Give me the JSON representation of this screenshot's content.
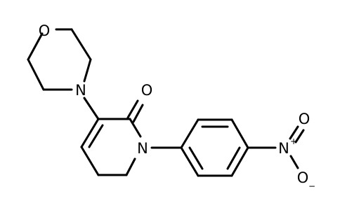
{
  "molecule": {
    "atom_labels": {
      "morpholine_oxygen": "O",
      "morpholine_nitrogen": "N",
      "carbonyl_oxygen": "O",
      "ring_nitrogen": "N",
      "nitro_nitrogen": "N",
      "nitro_nitrogen_charge": "+",
      "nitro_oxygen_top": "O",
      "nitro_oxygen_bottom": "O",
      "nitro_oxygen_charge": "−"
    }
  }
}
